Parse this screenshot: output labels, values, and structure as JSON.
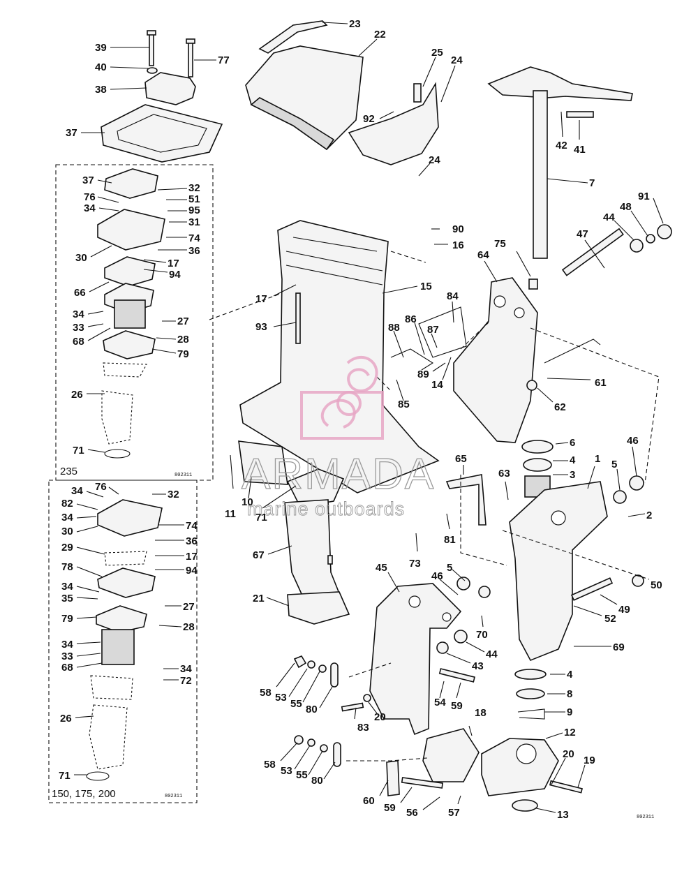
{
  "diagram": {
    "box_labels": {
      "upper_box": "235",
      "lower_box": "150, 175, 200"
    },
    "drawing_codes": {
      "upper_box": "802311",
      "lower_box": "802311",
      "page": "802311"
    },
    "watermark": {
      "brand": "ARMADA",
      "tagline": "marine outboards"
    },
    "callouts": {
      "c1": "1",
      "c2": "2",
      "c3": "3",
      "c4": "4",
      "c5": "5",
      "c6": "6",
      "c7": "7",
      "c8": "8",
      "c9": "9",
      "c10": "10",
      "c11": "11",
      "c12": "12",
      "c13": "13",
      "c14": "14",
      "c15": "15",
      "c16": "16",
      "c17": "17",
      "c18": "18",
      "c19": "19",
      "c20": "20",
      "c21": "21",
      "c22": "22",
      "c23": "23",
      "c24": "24",
      "c25": "25",
      "c26": "26",
      "c27": "27",
      "c28": "28",
      "c29": "29",
      "c30": "30",
      "c31": "31",
      "c32": "32",
      "c33": "33",
      "c34": "34",
      "c35": "35",
      "c36": "36",
      "c37": "37",
      "c38": "38",
      "c39": "39",
      "c40": "40",
      "c41": "41",
      "c42": "42",
      "c43": "43",
      "c44": "44",
      "c45": "45",
      "c46": "46",
      "c47": "47",
      "c48": "48",
      "c49": "49",
      "c50": "50",
      "c51": "51",
      "c52": "52",
      "c53": "53",
      "c54": "54",
      "c55": "55",
      "c56": "56",
      "c57": "57",
      "c58": "58",
      "c59": "59",
      "c60": "60",
      "c61": "61",
      "c62": "62",
      "c63": "63",
      "c64": "64",
      "c65": "65",
      "c66": "66",
      "c67": "67",
      "c68": "68",
      "c69": "69",
      "c70": "70",
      "c71": "71",
      "c72": "72",
      "c73": "73",
      "c74": "74",
      "c75": "75",
      "c76": "76",
      "c77": "77",
      "c78": "78",
      "c79": "79",
      "c80": "80",
      "c81": "81",
      "c82": "82",
      "c83": "83",
      "c84": "84",
      "c85": "85",
      "c86": "86",
      "c87": "87",
      "c88": "88",
      "c89": "89",
      "c90": "90",
      "c91": "91",
      "c92": "92",
      "c93": "93",
      "c94": "94",
      "c95": "95"
    }
  }
}
